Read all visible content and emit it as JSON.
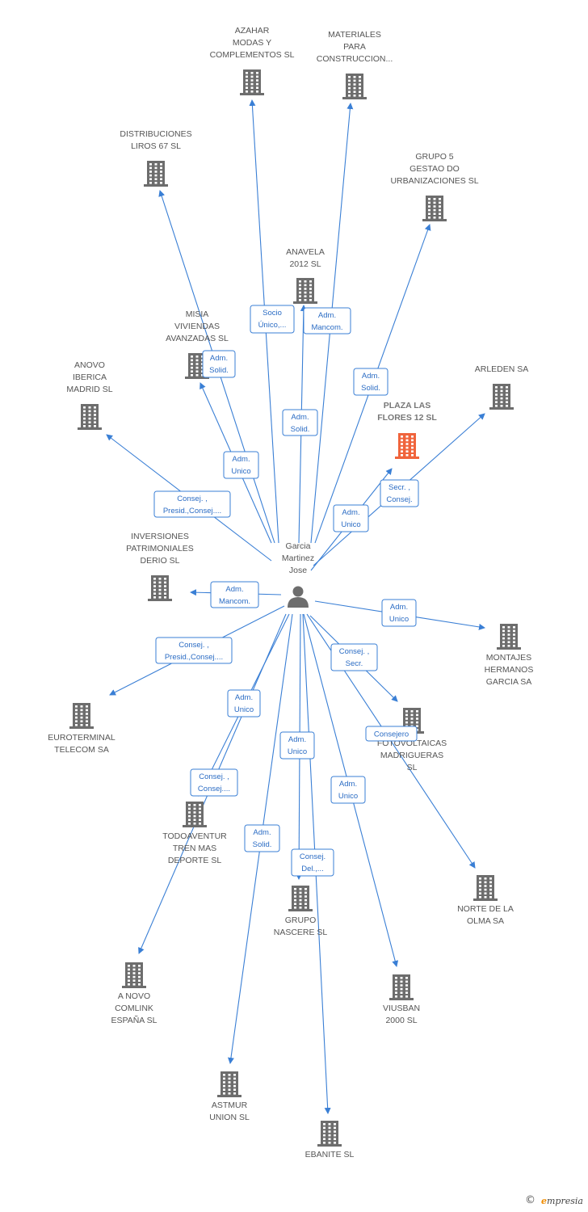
{
  "person": {
    "label": [
      "Garcia",
      "Martinez",
      "Jose"
    ],
    "icon": "person-icon"
  },
  "companies": [
    {
      "id": "azahar",
      "label": [
        "AZAHAR",
        "MODAS Y",
        "COMPLEMENTOS SL"
      ],
      "focus": false
    },
    {
      "id": "materiales",
      "label": [
        "MATERIALES",
        "PARA",
        "CONSTRUCCION..."
      ],
      "focus": false
    },
    {
      "id": "distribuciones",
      "label": [
        "DISTRIBUCIONES",
        "LIROS 67 SL"
      ],
      "focus": false
    },
    {
      "id": "grupo5",
      "label": [
        "GRUPO 5",
        "GESTAO DO",
        "URBANIZACIONES SL"
      ],
      "focus": false
    },
    {
      "id": "anavela",
      "label": [
        "ANAVELA",
        "2012 SL"
      ],
      "focus": false
    },
    {
      "id": "misia",
      "label": [
        "MISIA",
        "VIVIENDAS",
        "AVANZADAS SL"
      ],
      "focus": false
    },
    {
      "id": "anovo_iberica",
      "label": [
        "ANOVO",
        "IBERICA",
        "MADRID  SL"
      ],
      "focus": false
    },
    {
      "id": "arleden",
      "label": [
        "ARLEDEN SA"
      ],
      "focus": false
    },
    {
      "id": "plaza",
      "label": [
        "PLAZA LAS",
        "FLORES 12 SL"
      ],
      "focus": true
    },
    {
      "id": "inversiones",
      "label": [
        "INVERSIONES",
        "PATRIMONIALES",
        "DERIO  SL"
      ],
      "focus": false
    },
    {
      "id": "montajes",
      "label": [
        "MONTAJES",
        "HERMANOS",
        "GARCIA SA"
      ],
      "focus": false
    },
    {
      "id": "euroterminal",
      "label": [
        "EUROTERMINAL",
        "TELECOM SA"
      ],
      "focus": false
    },
    {
      "id": "fotovoltaicas",
      "label": [
        "FOTOVOLTAICAS",
        "MADRIGUERAS",
        "SL"
      ],
      "focus": false
    },
    {
      "id": "todoaventur",
      "label": [
        "TODOAVENTUR",
        "TREN MAS",
        "DEPORTE SL"
      ],
      "focus": false
    },
    {
      "id": "norte",
      "label": [
        "NORTE DE LA",
        "OLMA SA"
      ],
      "focus": false
    },
    {
      "id": "grupo_nascere",
      "label": [
        "GRUPO",
        "NASCERE SL"
      ],
      "focus": false
    },
    {
      "id": "anovo_comlink",
      "label": [
        "A NOVO",
        "COMLINK",
        "ESPAÑA SL"
      ],
      "focus": false
    },
    {
      "id": "viusban",
      "label": [
        "VIUSBAN",
        "2000 SL"
      ],
      "focus": false
    },
    {
      "id": "astmur",
      "label": [
        "ASTMUR",
        "UNION SL"
      ],
      "focus": false
    },
    {
      "id": "ebanite",
      "label": [
        "EBANITE SL"
      ],
      "focus": false
    }
  ],
  "edges": [
    {
      "to": "azahar",
      "label": [
        "Socio",
        "Único,..."
      ]
    },
    {
      "to": "materiales",
      "label": [
        "Adm.",
        "Mancom."
      ]
    },
    {
      "to": "distribuciones",
      "label": [
        "Adm.",
        "Unico"
      ]
    },
    {
      "to": "grupo5",
      "label": [
        "Adm.",
        "Solid."
      ]
    },
    {
      "to": "anavela",
      "label": [
        "Adm.",
        "Solid."
      ]
    },
    {
      "to": "misia",
      "label": [
        "Adm.",
        "Solid."
      ]
    },
    {
      "to": "anovo_iberica",
      "label": [
        "Consej. ,",
        "Presid.,Consej...."
      ]
    },
    {
      "to": "arleden",
      "label": [
        "Secr. ,",
        "Consej."
      ]
    },
    {
      "to": "plaza",
      "label": [
        "Adm.",
        "Unico"
      ]
    },
    {
      "to": "inversiones",
      "label": [
        "Adm.",
        "Mancom."
      ]
    },
    {
      "to": "montajes",
      "label": [
        "Adm.",
        "Unico"
      ]
    },
    {
      "to": "euroterminal",
      "label": [
        "Consej. ,",
        "Presid.,Consej...."
      ]
    },
    {
      "to": "fotovoltaicas",
      "label": [
        "Consej. ,",
        "Secr."
      ]
    },
    {
      "to": "anovo_comlink",
      "label": [
        "Adm.",
        "Unico"
      ]
    },
    {
      "to": "todoaventur",
      "label": [
        "Consej. ,",
        "Consej...."
      ]
    },
    {
      "to": "norte",
      "label": [
        "Consejero"
      ]
    },
    {
      "to": "grupo_nascere",
      "label": [
        "Adm.",
        "Unico"
      ]
    },
    {
      "to": "astmur",
      "label": [
        "Adm.",
        "Solid."
      ]
    },
    {
      "to": "ebanite",
      "label": [
        "Consej.",
        "Del.,..."
      ]
    },
    {
      "to": "viusban",
      "label": [
        "Adm.",
        "Unico"
      ]
    }
  ],
  "colors": {
    "edge": "#3a7fd5",
    "building": "#6d6d6d",
    "focus_building": "#f0643c"
  },
  "footer": {
    "copyright": "©",
    "brand_initial": "e",
    "brand_rest": "mpresia"
  }
}
